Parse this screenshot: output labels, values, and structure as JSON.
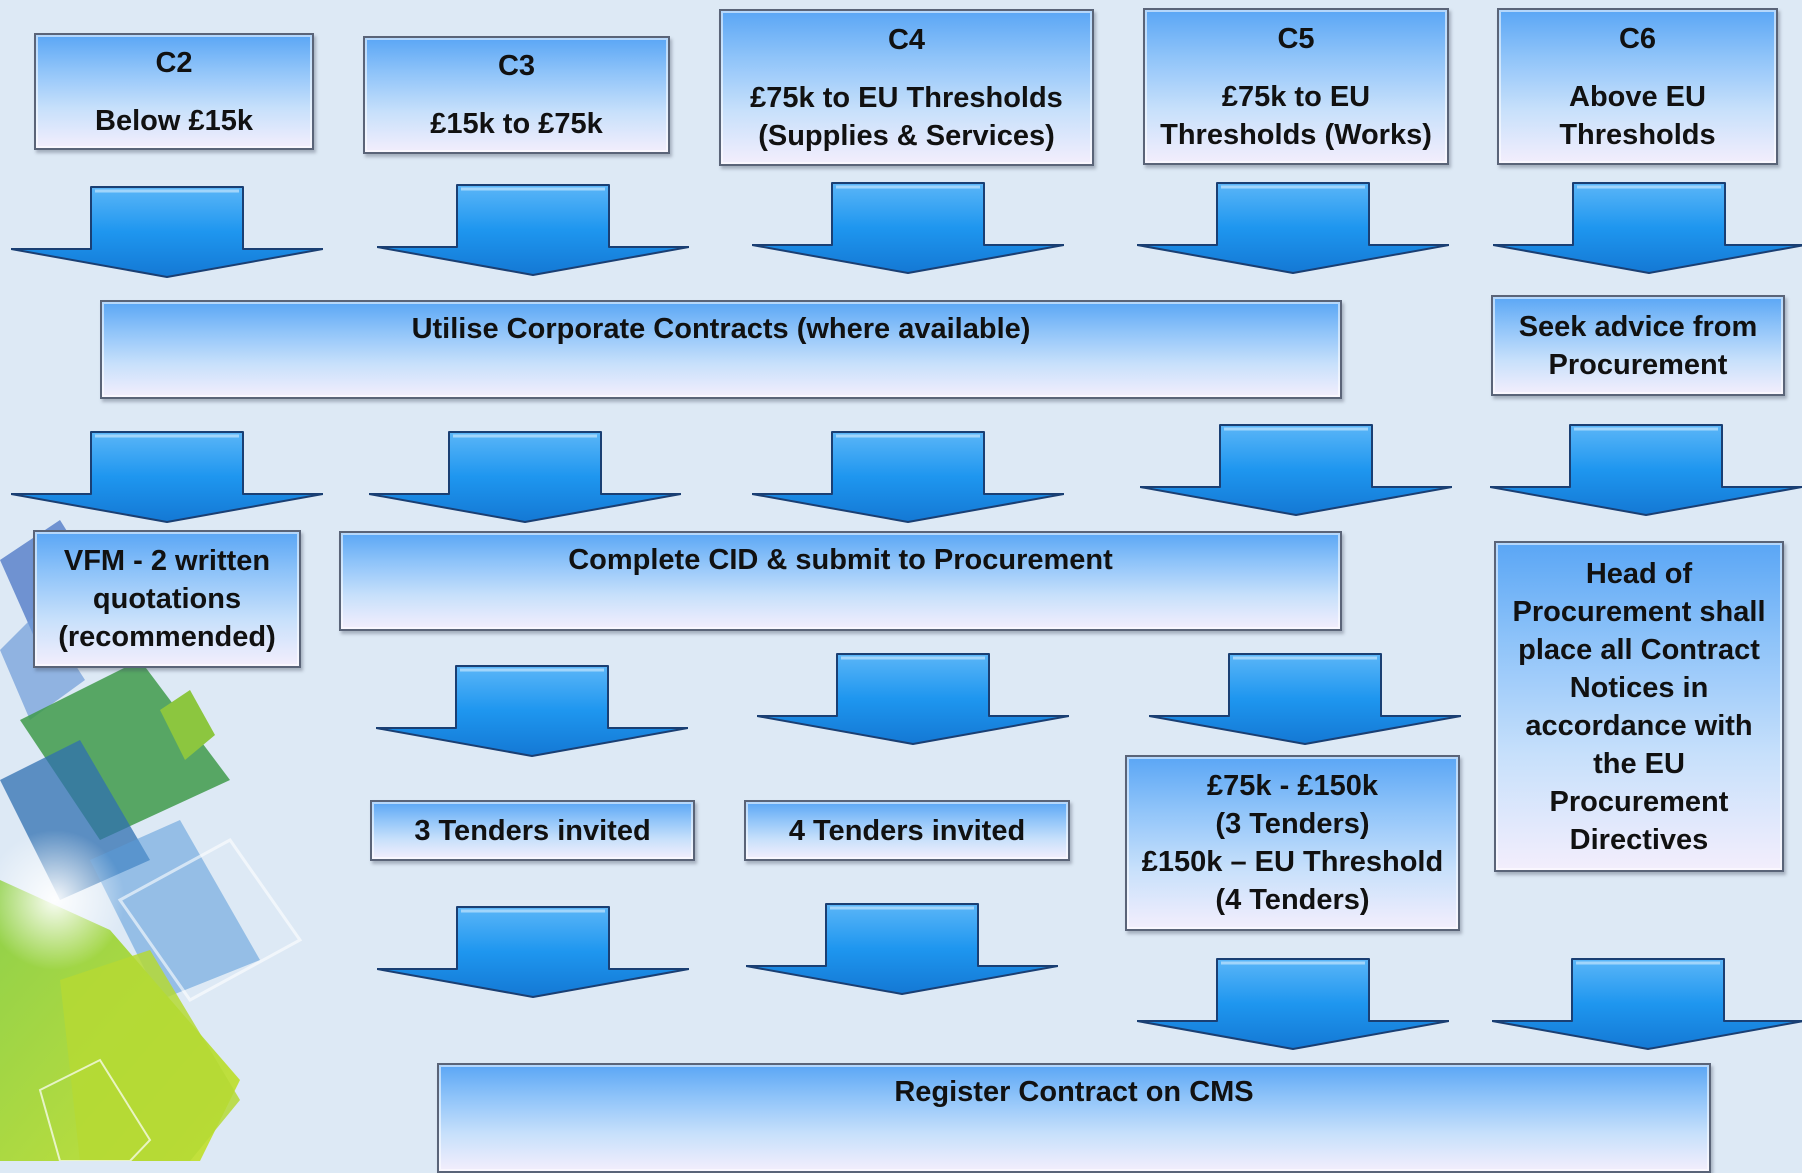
{
  "columns": [
    {
      "code": "C2",
      "range": [
        "Below £15k"
      ]
    },
    {
      "code": "C3",
      "range": [
        "£15k to £75k"
      ]
    },
    {
      "code": "C4",
      "range": [
        "£75k to EU Thresholds",
        "(Supplies & Services)"
      ]
    },
    {
      "code": "C5",
      "range": [
        "£75k to EU",
        "Thresholds (Works)"
      ]
    },
    {
      "code": "C6",
      "range": [
        "Above EU",
        "Thresholds"
      ]
    }
  ],
  "steps": {
    "corporate_contracts": "Utilise Corporate Contracts (where available)",
    "seek_advice": [
      "Seek advice from",
      "Procurement"
    ],
    "vfm": [
      "VFM - 2 written",
      "quotations",
      "(recommended)"
    ],
    "complete_cid": "Complete CID & submit to Procurement",
    "head_of_procurement": [
      "Head of",
      "Procurement shall",
      "place all Contract",
      "Notices in",
      "accordance with",
      "the EU",
      "Procurement",
      "Directives"
    ],
    "three_tenders": "3 Tenders invited",
    "four_tenders": "4 Tenders invited",
    "works_tenders": [
      "£75k - £150k",
      "(3 Tenders)",
      "£150k – EU Threshold",
      "(4 Tenders)"
    ],
    "register_contract": "Register Contract on CMS"
  },
  "colors": {
    "box_top": "#5aa6f5",
    "box_bottom": "#f3eefc",
    "box_border": "#5a6478",
    "arrow_fill": "#1e96ef",
    "arrow_stroke": "#1a3f73",
    "background": "#dde9f5"
  }
}
